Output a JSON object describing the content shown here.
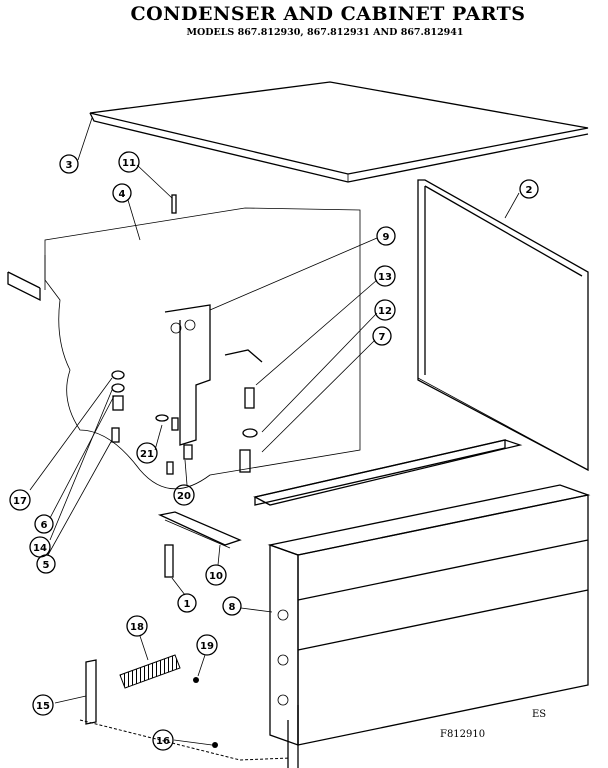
{
  "title": "CONDENSER AND CABINET PARTS",
  "subtitle": "MODELS 867.812930, 867.812931 AND 867.812941",
  "drawing_code": "F812910",
  "corner_mark": "ES",
  "callouts": [
    "1",
    "2",
    "3",
    "4",
    "5",
    "6",
    "7",
    "8",
    "9",
    "10",
    "11",
    "12",
    "13",
    "14",
    "15",
    "16",
    "17",
    "18",
    "19",
    "20",
    "21"
  ]
}
